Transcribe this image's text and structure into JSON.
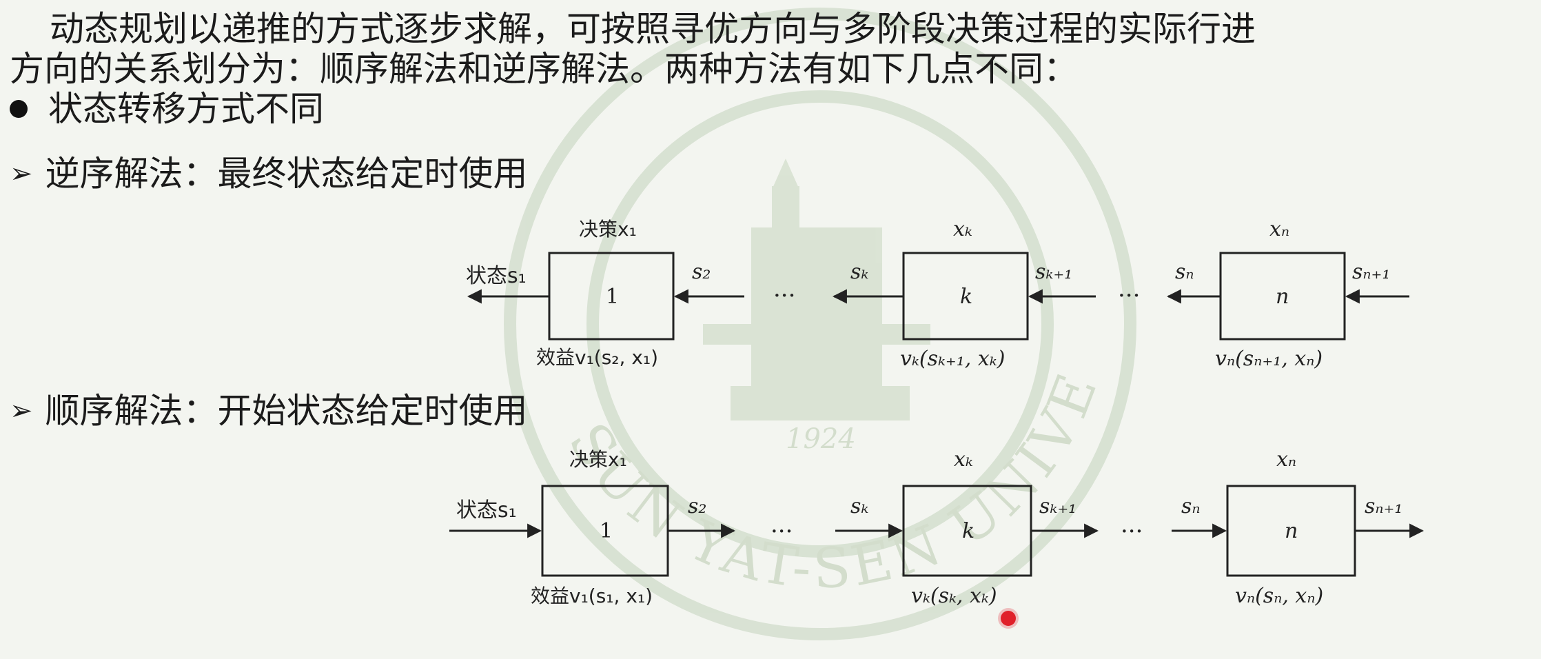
{
  "paragraph": {
    "line1": "动态规划以递推的方式逐步求解，可按照寻优方向与多阶段决策过程的实际行进",
    "line2": "方向的关系划分为：顺序解法和逆序解法。两种方法有如下几点不同："
  },
  "bullet": {
    "text": "状态转移方式不同"
  },
  "reverse": {
    "heading": "逆序解法：最终状态给定时使用",
    "stage1_top": "决策x₁",
    "stage1_box": "1",
    "stage1_bottom": "效益v₁(s₂, x₁)",
    "state_out": "状态s₁",
    "s2": "s₂",
    "dots1": "···",
    "sk": "sₖ",
    "stagek_top": "xₖ",
    "stagek_box": "k",
    "stagek_bottom": "vₖ(sₖ₊₁, xₖ)",
    "sk1": "sₖ₊₁",
    "dots2": "···",
    "sn": "sₙ",
    "stagen_top": "xₙ",
    "stagen_box": "n",
    "stagen_bottom": "vₙ(sₙ₊₁, xₙ)",
    "sn1": "sₙ₊₁"
  },
  "forward": {
    "heading": "顺序解法：开始状态给定时使用",
    "stage1_top": "决策x₁",
    "stage1_box": "1",
    "stage1_bottom": "效益v₁(s₁, x₁)",
    "state_in": "状态s₁",
    "s2": "s₂",
    "dots1": "···",
    "sk": "sₖ",
    "stagek_top": "xₖ",
    "stagek_box": "k",
    "stagek_bottom": "vₖ(sₖ, xₖ)",
    "sk1": "sₖ₊₁",
    "dots2": "···",
    "sn": "sₙ",
    "stagen_top": "xₙ",
    "stagen_box": "n",
    "stagen_bottom": "vₙ(sₙ, xₙ)",
    "sn1": "sₙ₊₁"
  },
  "watermark": {
    "year": "1924",
    "ring_text": "SUN YAT-SEN UNIVERSITY"
  },
  "colors": {
    "background": "#f3f5f0",
    "watermark": "#c9d6c2",
    "text": "#1b1b1b",
    "cursor": "#e0202a"
  }
}
